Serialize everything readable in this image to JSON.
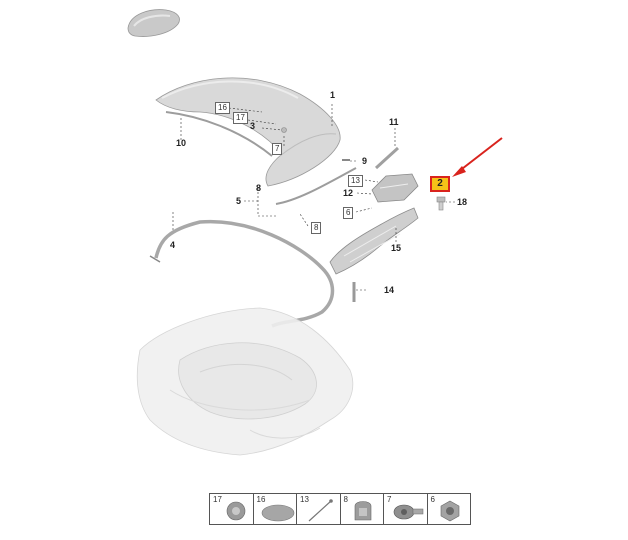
{
  "diagram": {
    "callouts": [
      "1",
      "2",
      "3",
      "4",
      "5",
      "6",
      "7",
      "8",
      "9",
      "10",
      "11",
      "12",
      "13",
      "14",
      "15",
      "16",
      "17",
      "18"
    ],
    "highlighted_part": "2",
    "highlight_color": "#f5c318",
    "highlight_border_color": "#d9231d",
    "arrow_color": "#d9231d"
  },
  "legend": {
    "cells": [
      {
        "number": "17",
        "icon": "grommet-icon"
      },
      {
        "number": "16",
        "icon": "oval-pad-icon"
      },
      {
        "number": "13",
        "icon": "pin-icon"
      },
      {
        "number": "8",
        "icon": "clip-icon"
      },
      {
        "number": "7",
        "icon": "flange-screw-icon"
      },
      {
        "number": "6",
        "icon": "hex-nut-icon"
      }
    ]
  }
}
